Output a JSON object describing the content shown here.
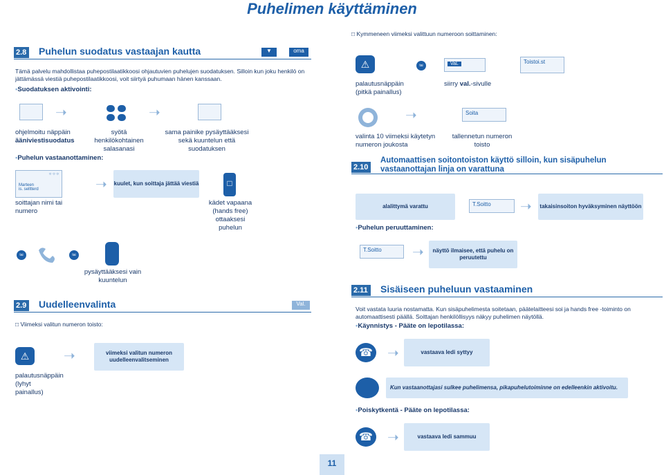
{
  "page_title": "Puhelimen käyttäminen",
  "sec28": {
    "num": "2.8",
    "title": "Puhelun suodatus vastaajan kautta",
    "tag": "oma",
    "intro": "Tämä palvelu mahdollistaa puhepostilaatikkoosi ohjautuvien puhelujen suodatuksen. Silloin kun joku henkilö on jättämässä viestiä puhepostilaatikkoosi, voit siirtyä puhumaan hänen kanssaan.",
    "activation": "Suodatuksen aktivointi:",
    "c1": "ohjelmoitu näppäin",
    "c1b": "ääniviestisuodatus",
    "c2": "syötä henkilökohtainen salasanasi",
    "c3": "sama painike pysäyttääksesi sekä kuuntelun että suodatuksen",
    "answering": "Puhelun vastaanottaminen:",
    "screen_a": "Marteen",
    "screen_b": "is. selltterd",
    "box_listen": "kuulet, kun soittaja jättää viestiä",
    "caller": "soittajan nimi tai numero",
    "handsfree": "kädet vapaana (hands free) ottaaksesi puhelun",
    "tai": "tai",
    "stop": "pysäyttääksesi vain kuuntelun"
  },
  "sec29": {
    "num": "2.9",
    "title": "Uudelleenvalinta",
    "tag": "Val.",
    "last": "Viimeksi valitun numeron toisto:",
    "box_redial": "viimeksi valitun numeron uudelleenvalitseminen",
    "key_label": "palautusnäppäin (lyhyt painallus)"
  },
  "right_top": {
    "heading": "Kymmeneen viimeksi valittuun numeroon soittaminen:",
    "key_label": "palautusnäppäin (pitkä painallus)",
    "move": "siirry",
    "move_bold": "val.",
    "move_rest": "-sivulle",
    "screen_val": "VaL",
    "toistoist": "Toistoi.st",
    "soita": "Soita",
    "choose": "valinta 10 viimeksi käytetyn numeron joukosta",
    "stored": "tallennetun numeron toisto"
  },
  "sec210": {
    "num": "2.10",
    "title": "Automaattisen soitontoiston käyttö silloin, kun sisäpuhelun vastaanottajan linja on varattuna",
    "box_busy": "alalittymä varattu",
    "tsoitto": "T.Soitto",
    "box_callback": "takaisinsoiton hyväksyminen näyttöön",
    "cancel": "Puhelun peruuttaminen:",
    "box_confirm": "näyttö ilmaisee, että puhelu on peruutettu"
  },
  "sec211": {
    "num": "2.11",
    "title": "Sisäiseen puheluun vastaaminen",
    "intro": "Voit vastata luuria nostamatta. Kun sisäpuhelimesta soitetaan, päätelaitteesi soi ja hands free -toiminto on automaattisesti päällä. Soittajan henkilöllisyys näkyy puhelimen näytöllä.",
    "on": "Käynnistys - Pääte on lepotilassa:",
    "box_on": "vastaava ledi syttyy",
    "note": "Kun vastaanottajasi sulkee puhelimensa, pikapuhelutoiminne on edelleenkin aktivoitu.",
    "off": "Poiskytkentä - Pääte on lepotilassa:",
    "box_off": "vastaava ledi sammuu"
  },
  "page_number": "11"
}
